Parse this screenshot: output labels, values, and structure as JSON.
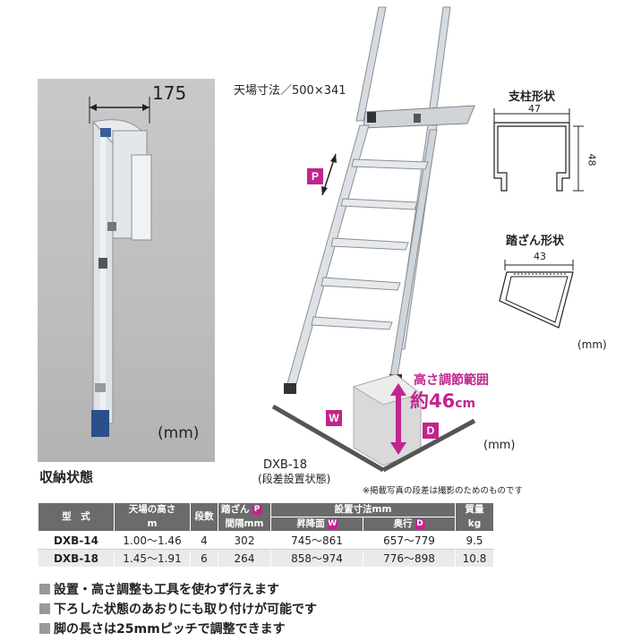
{
  "left_photo": {
    "dimension": "175",
    "unit": "(mm)",
    "caption": "収納状態"
  },
  "main": {
    "platform_size": "天場寸法／500×341",
    "pitch_tag": "P",
    "width_tag": "W",
    "depth_tag": "D",
    "height_range_label": "高さ調節範囲",
    "height_range_value": "約46",
    "height_range_unit": "cm",
    "unit": "(mm)",
    "model_caption_line1": "DXB-18",
    "model_caption_line2": "(段差設置状態)",
    "photo_note": "※掲載写真の段差は撮影のためのものです"
  },
  "profiles": {
    "post_title": "支柱形状",
    "post_width": "47",
    "post_height": "48",
    "step_title": "踏ざん形状",
    "step_width": "43",
    "unit": "(mm)"
  },
  "table": {
    "headers": {
      "model": "型　式",
      "height": "天場の高さ",
      "height_unit": "m",
      "steps": "段数",
      "step": "踏ざん",
      "step_tag": "P",
      "interval": "間隔mm",
      "install": "設置寸法mm",
      "slope": "昇降面",
      "slope_tag": "W",
      "depth": "奥行",
      "depth_tag": "D",
      "mass": "質量",
      "mass_unit": "kg"
    },
    "rows": [
      {
        "model": "DXB-14",
        "height": "1.00～1.46",
        "steps": "4",
        "interval": "302",
        "slope": "745～861",
        "depth": "657～779",
        "mass": "9.5"
      },
      {
        "model": "DXB-18",
        "height": "1.45～1.91",
        "steps": "6",
        "interval": "264",
        "slope": "858～974",
        "depth": "776～898",
        "mass": "10.8"
      }
    ]
  },
  "features": [
    "設置・高さ調整も工具を使わず行えます",
    "下ろした状態のあおりにも取り付けが可能です",
    "脚の長さは25mmピッチで調整できます"
  ]
}
